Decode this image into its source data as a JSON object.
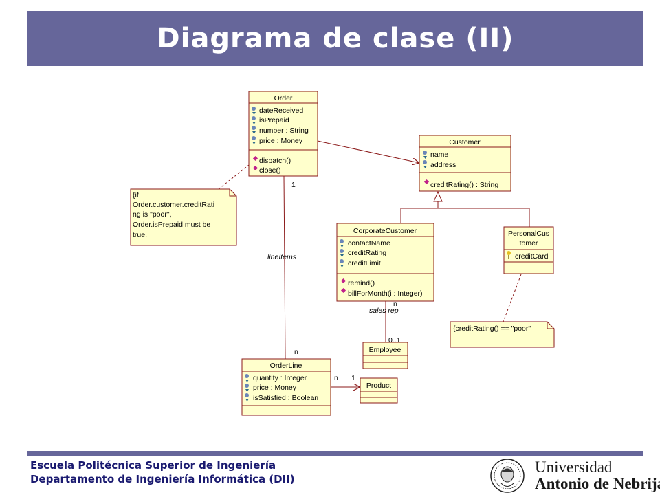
{
  "slide": {
    "title": "Diagrama de clase (II)",
    "footer_line1": "Escuela Politécnica Superior de Ingeniería",
    "footer_line2": "Departamento de Ingeniería Informática (DII)",
    "logo_line1": "Universidad",
    "logo_line2": "Antonio de Nebrija"
  },
  "colors": {
    "title_bar": "#66669a",
    "footer_text": "#1a1a70",
    "class_fill": "#ffffcc",
    "class_border": "#8b1a1a"
  },
  "diagram": {
    "classes": {
      "order": {
        "name": "Order",
        "attributes": [
          "dateReceived",
          "isPrepaid",
          "number : String",
          "price : Money"
        ],
        "operations": [
          "dispatch()",
          "close()"
        ]
      },
      "customer": {
        "name": "Customer",
        "attributes": [
          "name",
          "address"
        ],
        "operations": [
          "creditRating() : String"
        ]
      },
      "corporate_customer": {
        "name": "CorporateCustomer",
        "attributes": [
          "contactName",
          "creditRating",
          "creditLimit"
        ],
        "operations": [
          "remind()",
          "billForMonth(i : Integer)"
        ]
      },
      "personal_customer": {
        "name_line1": "PersonalCus",
        "name_line2": "tomer",
        "attributes": [
          "creditCard"
        ]
      },
      "employee": {
        "name": "Employee"
      },
      "order_line": {
        "name": "OrderLine",
        "attributes": [
          "quantity : Integer",
          "price : Money",
          "isSatisfied : Boolean"
        ]
      },
      "product": {
        "name": "Product"
      }
    },
    "notes": {
      "order_note": [
        "{if",
        "Order.customer.creditRati",
        "ng is \"poor\",",
        "Order.isPrepaid must be",
        "true."
      ],
      "personal_note": [
        "{creditRating() == \"poor\""
      ]
    },
    "labels": {
      "order_mult": "1",
      "line_items_role": "lineItems",
      "order_line_mult": "n",
      "sales_rep_mult_n": "n",
      "sales_rep_role": "sales rep",
      "employee_mult": "0..1",
      "product_mult_n": "n",
      "product_mult_1": "1"
    }
  }
}
